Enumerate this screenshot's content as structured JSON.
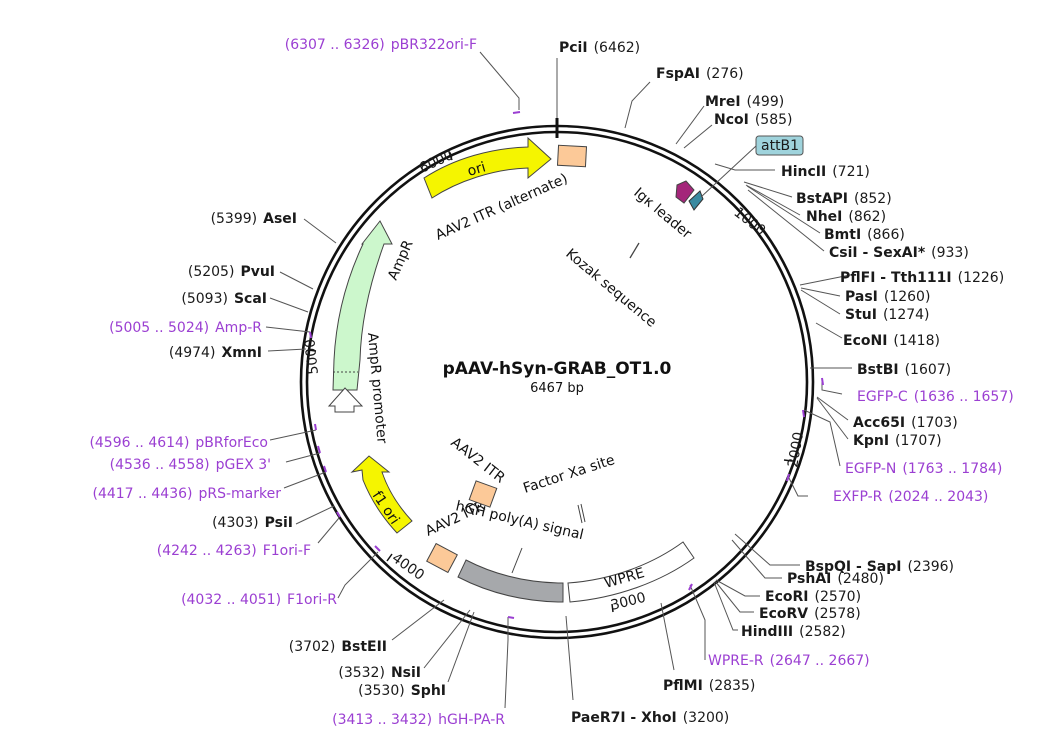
{
  "plasmid": {
    "name": "pAAV-hSyn-GRAB_OT1.0",
    "size": "6467 bp",
    "length": 6467
  },
  "colors": {
    "primer": "#9b3fd2",
    "enzyme": "#111111",
    "ori": "#f5f500",
    "ampr": "#ccf7cc",
    "itr": "#fcc998",
    "wpre": "#ffffff",
    "polya": "#a6a8ab",
    "attb": "#9fd3dc"
  },
  "ticks": [
    {
      "label": "1000",
      "pos": 1000
    },
    {
      "label": "2000",
      "pos": 2000
    },
    {
      "label": "3000",
      "pos": 3000
    },
    {
      "label": "4000",
      "pos": 4000
    },
    {
      "label": "5000",
      "pos": 5000
    },
    {
      "label": "6000",
      "pos": 6000
    }
  ],
  "sites": [
    {
      "name": "PciI",
      "pos": "(6462)",
      "side": "R"
    },
    {
      "name": "FspAI",
      "pos": "(276)",
      "side": "R"
    },
    {
      "name": "MreI",
      "pos": "(499)",
      "side": "R"
    },
    {
      "name": "NcoI",
      "pos": "(585)",
      "side": "R"
    },
    {
      "name": "HincII",
      "pos": "(721)",
      "side": "R"
    },
    {
      "name": "BstAPI",
      "pos": "(852)",
      "side": "R"
    },
    {
      "name": "NheI",
      "pos": "(862)",
      "side": "R"
    },
    {
      "name": "BmtI",
      "pos": "(866)",
      "side": "R"
    },
    {
      "name": "CsiI - SexAI*",
      "pos": "(933)",
      "side": "R"
    },
    {
      "name": "PflFI - Tth111I",
      "pos": "(1226)",
      "side": "R"
    },
    {
      "name": "PasI",
      "pos": "(1260)",
      "side": "R"
    },
    {
      "name": "StuI",
      "pos": "(1274)",
      "side": "R"
    },
    {
      "name": "EcoNI",
      "pos": "(1418)",
      "side": "R"
    },
    {
      "name": "BstBI",
      "pos": "(1607)",
      "side": "R"
    },
    {
      "name": "Acc65I",
      "pos": "(1703)",
      "side": "R"
    },
    {
      "name": "KpnI",
      "pos": "(1707)",
      "side": "R"
    },
    {
      "name": "BspQI - SapI",
      "pos": "(2396)",
      "side": "R"
    },
    {
      "name": "PshAI",
      "pos": "(2480)",
      "side": "R"
    },
    {
      "name": "EcoRI",
      "pos": "(2570)",
      "side": "R"
    },
    {
      "name": "EcoRV",
      "pos": "(2578)",
      "side": "R"
    },
    {
      "name": "HindIII",
      "pos": "(2582)",
      "side": "R"
    },
    {
      "name": "PflMI",
      "pos": "(2835)",
      "side": "R"
    },
    {
      "name": "PaeR7I - XhoI",
      "pos": "(3200)",
      "side": "R"
    },
    {
      "name": "SphI",
      "pos": "(3530)",
      "side": "L"
    },
    {
      "name": "NsiI",
      "pos": "(3532)",
      "side": "L"
    },
    {
      "name": "BstEII",
      "pos": "(3702)",
      "side": "L"
    },
    {
      "name": "PsiI",
      "pos": "(4303)",
      "side": "L"
    },
    {
      "name": "XmnI",
      "pos": "(4974)",
      "side": "L"
    },
    {
      "name": "ScaI",
      "pos": "(5093)",
      "side": "L"
    },
    {
      "name": "PvuI",
      "pos": "(5205)",
      "side": "L"
    },
    {
      "name": "AseI",
      "pos": "(5399)",
      "side": "L"
    }
  ],
  "primers": [
    {
      "name": "pBR322ori-F",
      "range": "(6307 .. 6326)",
      "side": "L"
    },
    {
      "name": "EGFP-C",
      "range": "(1636 .. 1657)",
      "side": "R"
    },
    {
      "name": "EGFP-N",
      "range": "(1763 .. 1784)",
      "side": "R"
    },
    {
      "name": "EXFP-R",
      "range": "(2024 .. 2043)",
      "side": "R"
    },
    {
      "name": "WPRE-R",
      "range": "(2647 .. 2667)",
      "side": "R"
    },
    {
      "name": "hGH-PA-R",
      "range": "(3413 .. 3432)",
      "side": "L"
    },
    {
      "name": "F1ori-R",
      "range": "(4032 .. 4051)",
      "side": "L"
    },
    {
      "name": "F1ori-F",
      "range": "(4242 .. 4263)",
      "side": "L"
    },
    {
      "name": "pRS-marker",
      "range": "(4417 .. 4436)",
      "side": "L"
    },
    {
      "name": "pGEX 3'",
      "range": "(4536 .. 4558)",
      "side": "L"
    },
    {
      "name": "pBRforEco",
      "range": "(4596 .. 4614)",
      "side": "L"
    },
    {
      "name": "Amp-R",
      "range": "(5005 .. 5024)",
      "side": "L"
    }
  ],
  "features": {
    "attb1": "attB1",
    "igk": "Igκ leader",
    "kozak": "Kozak sequence",
    "ori": "ori",
    "itr_alt": "AAV2 ITR (alternate)",
    "ampr": "AmpR",
    "ampr_promoter": "AmpR promoter",
    "f1ori": "f1 ori",
    "itr_inner1": "AAV2 ITR",
    "itr_inner2": "AAV2 ITR",
    "factor_xa": "Factor Xa site",
    "hgh": "hGH poly(A) signal",
    "wpre": "WPRE"
  }
}
